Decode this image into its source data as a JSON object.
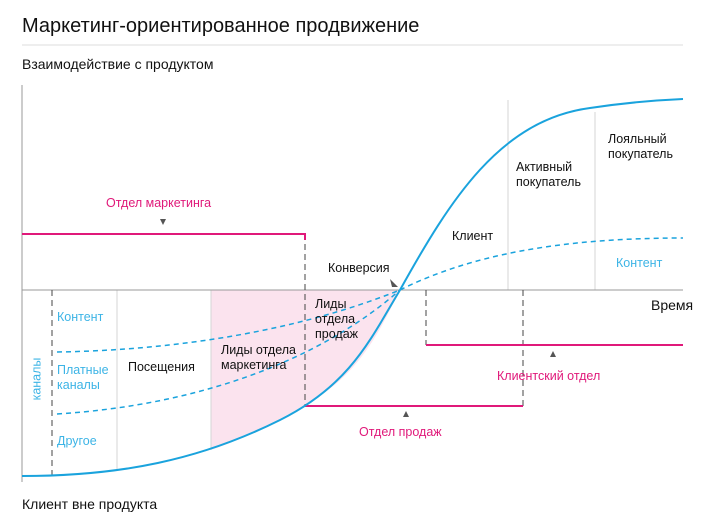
{
  "title": "Маркетинг-ориентированное продвижение",
  "y_axis_top": "Взаимодействие с продуктом",
  "y_axis_bottom": "Клиент вне продукта",
  "x_axis": "Время",
  "departments": {
    "marketing": "Отдел маркетинга",
    "sales": "Отдел продаж",
    "client": "Клиентский отдел"
  },
  "channels": {
    "group_label": "каналы",
    "content": "Контент",
    "paid": "Платные каналы",
    "other": "Другое",
    "content_after": "Контент"
  },
  "stages": {
    "visits": "Посещения",
    "marketing_leads": "Лиды отдела маркетинга",
    "sales_leads": "Лиды отдела продаж",
    "conversion": "Конверсия",
    "client": "Клиент",
    "active_buyer": "Активный покупатель",
    "loyal_buyer": "Лояльный покупатель"
  },
  "colors": {
    "curve": "#1aa3dd",
    "accent": "#e0197a",
    "shade": "#fbe3ee"
  }
}
